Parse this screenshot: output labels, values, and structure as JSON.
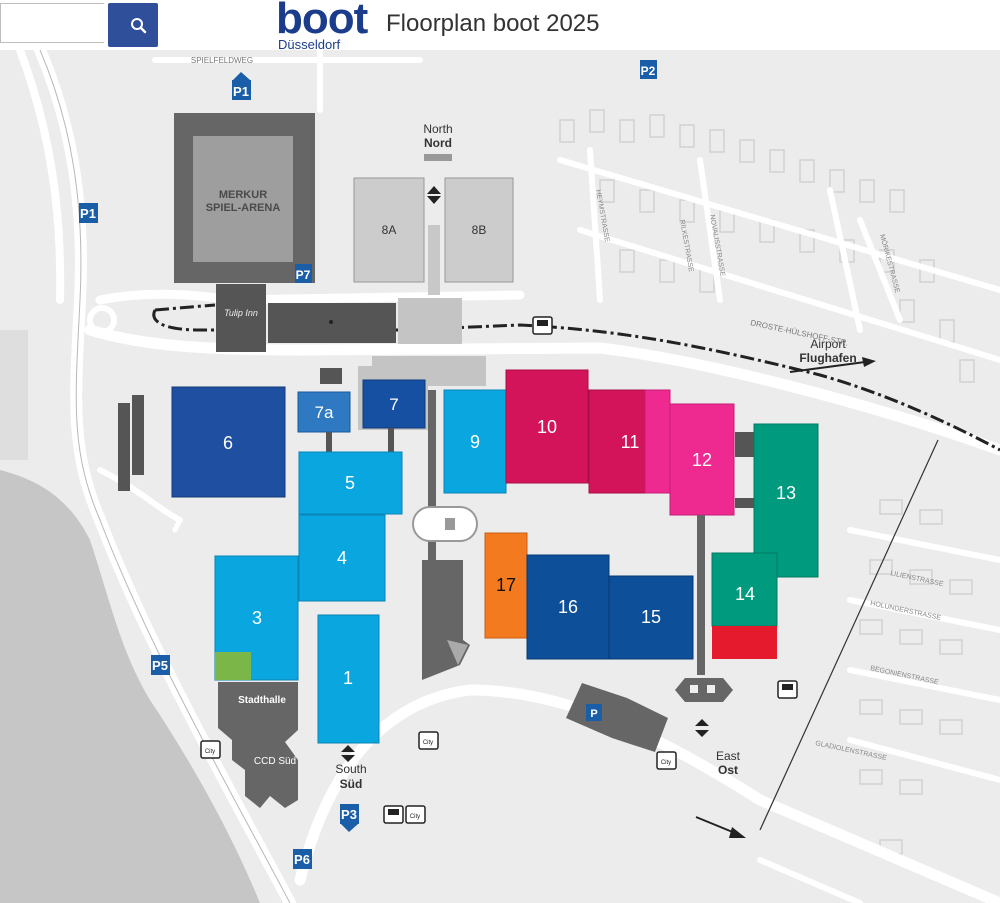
{
  "header": {
    "search_placeholder": "",
    "logo_word": "boot",
    "logo_city": "Düsseldorf",
    "title": "Floorplan boot 2025"
  },
  "colors": {
    "brand_blue": "#1a3c8a",
    "search_button": "#2f4f9b",
    "hall_light_blue": "#0aa6df",
    "hall_dark_blue": "#0d4f99",
    "hall_pink_dark": "#d4145a",
    "hall_pink": "#ee2a91",
    "hall_green": "#009a7e",
    "hall_orange": "#f47a20",
    "hall_gray": "#cccccc",
    "road": "#ffffff",
    "ground": "#ececec",
    "water": "#c6c6c6"
  },
  "halls": [
    {
      "id": "1",
      "label": "1"
    },
    {
      "id": "3",
      "label": "3"
    },
    {
      "id": "4",
      "label": "4"
    },
    {
      "id": "5",
      "label": "5"
    },
    {
      "id": "6",
      "label": "6"
    },
    {
      "id": "7",
      "label": "7"
    },
    {
      "id": "7a",
      "label": "7a"
    },
    {
      "id": "8a",
      "label": "8A"
    },
    {
      "id": "8b",
      "label": "8B"
    },
    {
      "id": "9",
      "label": "9"
    },
    {
      "id": "10",
      "label": "10"
    },
    {
      "id": "11",
      "label": "11"
    },
    {
      "id": "12",
      "label": "12"
    },
    {
      "id": "13",
      "label": "13"
    },
    {
      "id": "14",
      "label": "14"
    },
    {
      "id": "15",
      "label": "15"
    },
    {
      "id": "16",
      "label": "16"
    },
    {
      "id": "17",
      "label": "17"
    }
  ],
  "buildings": {
    "arena_line1": "MERKUR",
    "arena_line2": "SPIEL-ARENA",
    "stadthalle": "Stadthalle",
    "ccd_sued": "CCD Süd",
    "hotel": "Tulip Inn"
  },
  "entrances": {
    "north_en": "North",
    "north_de": "Nord",
    "south_en": "South",
    "south_de": "Süd",
    "east_en": "East",
    "east_de": "Ost",
    "airport_en": "Airport",
    "airport_de": "Flughafen"
  },
  "parking": {
    "p1": "P1",
    "p2": "P2",
    "p3": "P3",
    "p5": "P5",
    "p6": "P6",
    "p7": "P7",
    "p_letter": "P"
  },
  "streets": {
    "spielfeldweg": "SPIELFELDWEG",
    "droste": "DROSTE-HÜLSHOFF-STR.",
    "lilienstrasse": "LILIENSTRASSE",
    "hollunderstrasse": "HOLUNDERSTRASSE",
    "begonienstrasse": "BEGONIENSTRASSE",
    "gladiolenstrasse": "GLADIOLENSTRASSE",
    "moerikestrasse": "MÖRIKESTRASSE",
    "novalisstrasse": "NOVALISSTRASSE",
    "heinestrasse": "HEYMSTRASSE",
    "rilkestrasse": "RILKESTRASSE"
  },
  "transport": {
    "city_label": "City"
  }
}
